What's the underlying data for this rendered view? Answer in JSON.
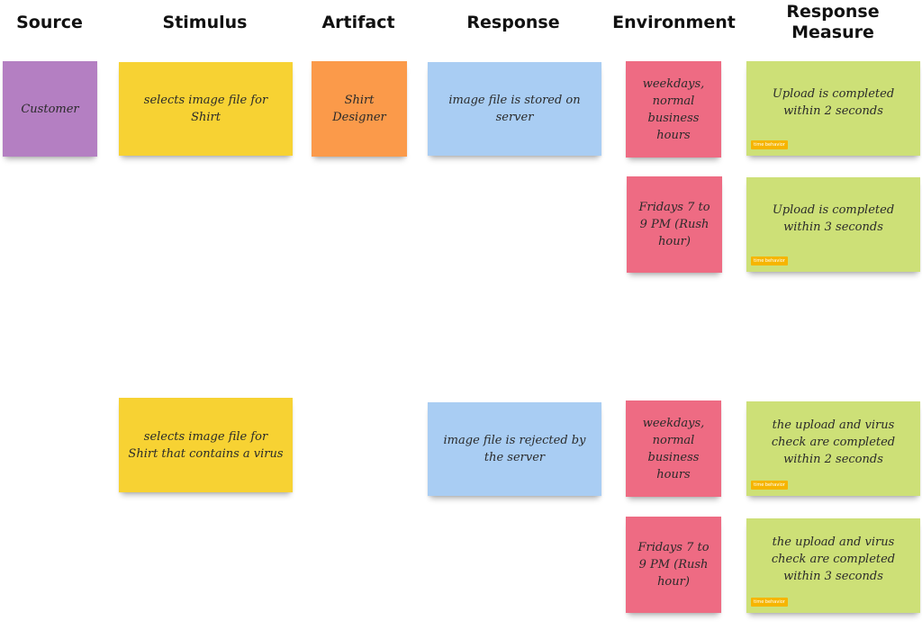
{
  "headers": {
    "source": "Source",
    "stimulus": "Stimulus",
    "artifact": "Artifact",
    "response": "Response",
    "environment": "Environment",
    "response_measure_line1": "Response",
    "response_measure_line2": "Measure"
  },
  "notes": {
    "source_customer": "Customer",
    "stimulus_1": "selects image file for Shirt",
    "artifact_1": "Shirt Designer",
    "response_1": "image file is stored on server",
    "env_1": "weekdays, normal business hours",
    "measure_1": "Upload is completed within 2 seconds",
    "env_2": "Fridays 7 to 9 PM (Rush hour)",
    "measure_2": "Upload is completed within 3 seconds",
    "stimulus_2": "selects image file for Shirt that contains a virus",
    "response_2": "image file is rejected by the server",
    "env_3": "weekdays, normal business hours",
    "measure_3": "the upload and virus check are completed within 2 seconds",
    "env_4": "Fridays 7 to 9 PM (Rush hour)",
    "measure_4": "the upload and virus check are completed within 3 seconds"
  },
  "tags": {
    "time_behavior": "time behavior"
  },
  "colors": {
    "source": "#b47fc2",
    "stimulus": "#f7d233",
    "artifact": "#fb9a4a",
    "response": "#a9cdf3",
    "environment": "#ee6b83",
    "response_measure": "#cde077",
    "tag": "#f6b500"
  }
}
